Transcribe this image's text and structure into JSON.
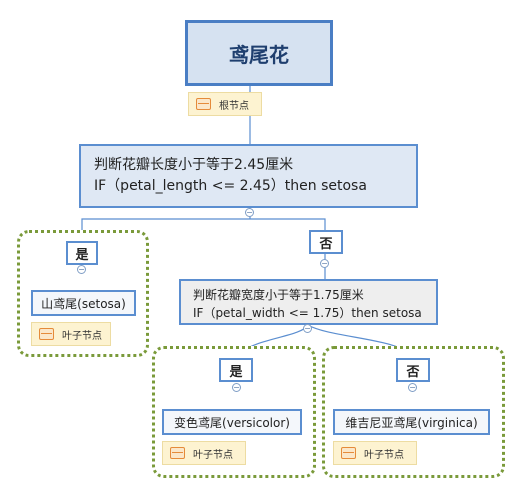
{
  "root": {
    "title": "鸢尾花",
    "note": "根节点"
  },
  "rule1": {
    "line1": "判断花瓣长度小于等于2.45厘米",
    "line2": "IF（petal_length <= 2.45）then setosa"
  },
  "branch_yes_1": {
    "label": "是",
    "leaf": "山鸢尾(setosa)",
    "note": "叶子节点"
  },
  "branch_no_1": {
    "label": "否"
  },
  "rule2": {
    "line1": "判断花瓣宽度小于等于1.75厘米",
    "line2": "IF（petal_width <= 1.75）then setosa"
  },
  "branch_yes_2": {
    "label": "是",
    "leaf": "变色鸢尾(versicolor)",
    "note": "叶子节点"
  },
  "branch_no_2": {
    "label": "否",
    "leaf": "维吉尼亚鸢尾(virginica)",
    "note": "叶子节点"
  },
  "collapse_symbol": "−",
  "colors": {
    "root_fill": "#d6e2f1",
    "node_border": "#5b8ed0",
    "group_border": "#7a9a3a",
    "note_fill": "#fdf3d1"
  }
}
